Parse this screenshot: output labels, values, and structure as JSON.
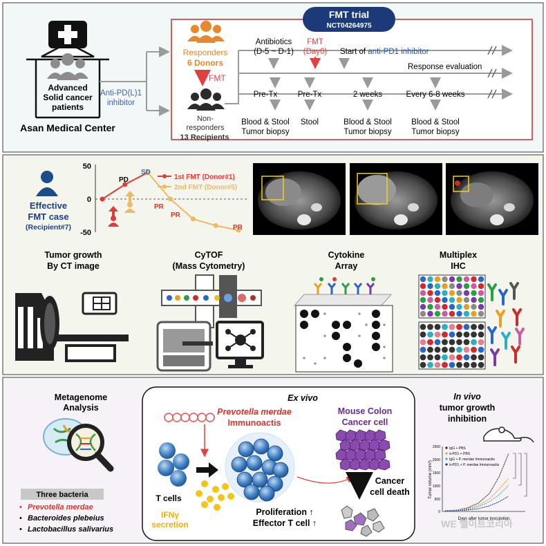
{
  "header": {
    "trial_title": "FMT trial",
    "trial_id": "NCT04264975"
  },
  "left_panel": {
    "patients_line1": "Advanced",
    "patients_line2": "Solid cancer",
    "patients_line3": "patients",
    "center_name": "Asan Medical Center",
    "inhibitor_line1": "Anti-PD(L)1",
    "inhibitor_line2": "inhibitor"
  },
  "trial": {
    "responders_label": "Responders",
    "responders_count": "6 Donors",
    "fmt_arrow_label": "FMT",
    "nonresponders_line1": "Non-",
    "nonresponders_line2": "responders",
    "nonresponders_count": "13 Recipients",
    "antibiotics_line1": "Antibiotics",
    "antibiotics_line2": "(D-5 ~ D-1)",
    "fmt_day_line1": "FMT",
    "fmt_day_line2": "(Day0)",
    "start_prefix": "Start of ",
    "start_highlight": "anti-PD1 inhibitor",
    "response_eval": "Response evaluation",
    "pretx1": "Pre-Tx",
    "pretx2": "Pre-Tx",
    "two_weeks": "2 weeks",
    "every_weeks": "Every 6-8 weeks",
    "sample1_line1": "Blood & Stool",
    "sample1_line2": "Tumor biopsy",
    "sample2": "Stool",
    "sample3_line1": "Blood & Stool",
    "sample3_line2": "Tumor biopsy",
    "sample4_line1": "Blood & Stool",
    "sample4_line2": "Tumor biopsy"
  },
  "case": {
    "line1": "Effective",
    "line2": "FMT case",
    "line3": "(Recipient#7)",
    "legend1": "1st FMT (Donor#1)",
    "legend2": "2nd FMT (Donor#5)",
    "pd": "PD",
    "sd": "SD",
    "pr1": "PR",
    "pr2": "PR",
    "pr3": "PR"
  },
  "chart_data": {
    "type": "line",
    "y_ticks": [
      "50",
      "0",
      "-50"
    ],
    "ylim": [
      -50,
      50
    ],
    "series": [
      {
        "points": [
          [
            0,
            0
          ],
          [
            1,
            22
          ],
          [
            2,
            40
          ]
        ],
        "color": "#e03a3a"
      },
      {
        "points": [
          [
            2,
            40
          ],
          [
            3,
            0
          ],
          [
            4,
            -30
          ],
          [
            5,
            -40
          ],
          [
            6,
            -47
          ]
        ],
        "color": "#f0b860"
      }
    ],
    "xlim": [
      0,
      6.3
    ]
  },
  "methods": {
    "tumor_line1": "Tumor growth",
    "tumor_line2": "By CT image",
    "cytof_line1": "CyTOF",
    "cytof_line2": "(Mass Cytometry)",
    "cytokine_line1": "Cytokine",
    "cytokine_line2": "Array",
    "ihc_line1": "Multiplex",
    "ihc_line2": "IHC"
  },
  "bottom": {
    "metagenome_line1": "Metagenome",
    "metagenome_line2": "Analysis",
    "three_bacteria": "Three bacteria",
    "bacteria1": "Prevotella merdae",
    "bacteria2": "Bacteroides plebeius",
    "bacteria3": "Lactobacillus salivarius",
    "ex_vivo": "Ex vivo",
    "prevotella_line1": "Prevotella merdae",
    "prevotella_line2": "Immunoactis",
    "t_cells": "T cells",
    "ifn_line1": "IFNγ",
    "ifn_line2": "secretion",
    "prolif": "Proliferation ↑",
    "effector": "Effector T cell ↑",
    "mouse_line1": "Mouse Colon",
    "mouse_line2": "Cancer cell",
    "death_line1": "Cancer",
    "death_line2": "cell death",
    "in_vivo": "In vivo",
    "growth_line1": "tumor growth",
    "growth_line2": "inhibition",
    "ylabel": "Tumor volume (mm³)",
    "xlabel": "Days after tumor inoculation",
    "leg1": "IgG + PBS",
    "leg2": "α-PD1 + PBS",
    "leg3": "IgG + P. merdae Immunoactis",
    "leg4": "α-PD1 + P. merdae Immunoactis",
    "yt1": "2500",
    "yt2": "2000",
    "yt3": "1500",
    "yt4": "1000",
    "yt5": "500",
    "yt6": "0",
    "watermark": "WE 헬이트코리아"
  },
  "colors": {
    "red": "#d9342b",
    "orange": "#e8872c",
    "blue": "#1a3f8a",
    "person_gray": "#8c8c8c",
    "person_dark": "#2b2b2b"
  }
}
